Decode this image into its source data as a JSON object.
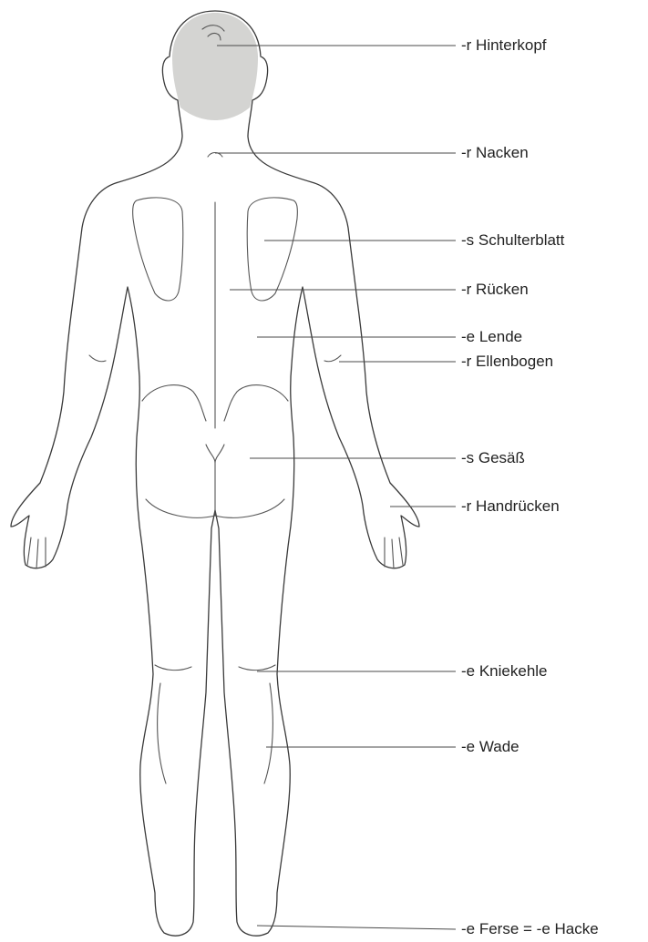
{
  "labels": {
    "hinterkopf": "-r Hinterkopf",
    "nacken": "-r Nacken",
    "schulterblatt": "-s Schulterblatt",
    "ruecken": "-r Rücken",
    "lende": "-e Lende",
    "ellenbogen": "-r Ellenbogen",
    "gesaess": "-s Gesäß",
    "handruecken": "-r Handrücken",
    "kniekehle": "-e Kniekehle",
    "wade": "-e Wade",
    "ferse": "-e Ferse = -e Hacke"
  }
}
